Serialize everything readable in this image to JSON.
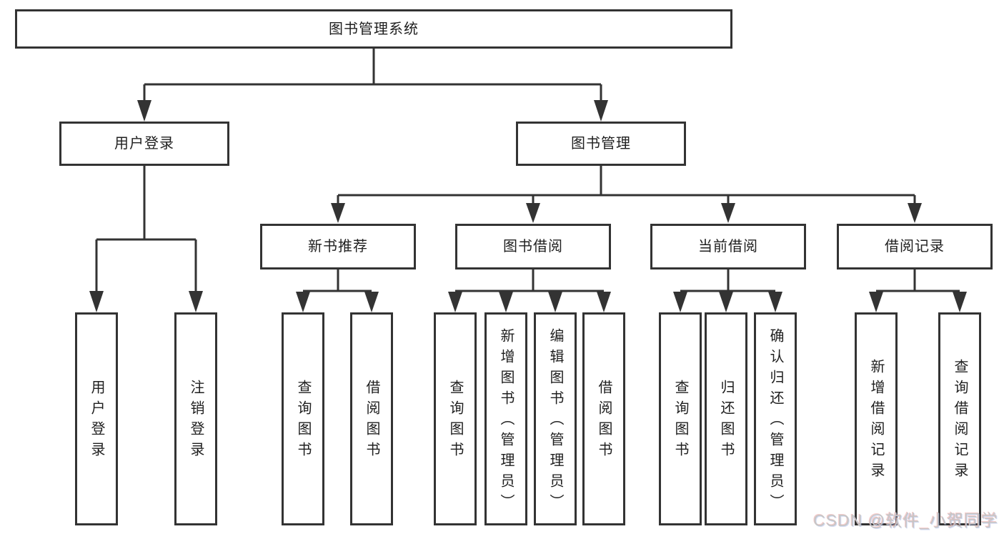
{
  "colors": {
    "line": "#333333",
    "box_border": "#333333",
    "text": "#1f1f1f",
    "background": "#ffffff",
    "watermark_text": "#c6c6c6"
  },
  "watermark": "CSDN @软件_小贺同学",
  "tree": {
    "root": "图书管理系统",
    "branches": [
      {
        "label": "用户登录",
        "children": [
          {
            "label": "用户登录"
          },
          {
            "label": "注销登录"
          }
        ]
      },
      {
        "label": "图书管理",
        "children": [
          {
            "label": "新书推荐",
            "children": [
              {
                "label": "查询图书"
              },
              {
                "label": "借阅图书"
              }
            ]
          },
          {
            "label": "图书借阅",
            "children": [
              {
                "label": "查询图书"
              },
              {
                "label": "新增图书（管理员）"
              },
              {
                "label": "编辑图书（管理员）"
              },
              {
                "label": "借阅图书"
              }
            ]
          },
          {
            "label": "当前借阅",
            "children": [
              {
                "label": "查询图书"
              },
              {
                "label": "归还图书"
              },
              {
                "label": "确认归还（管理员）"
              }
            ]
          },
          {
            "label": "借阅记录",
            "children": [
              {
                "label": "新增借阅记录"
              },
              {
                "label": "查询借阅记录"
              }
            ]
          }
        ]
      }
    ]
  }
}
